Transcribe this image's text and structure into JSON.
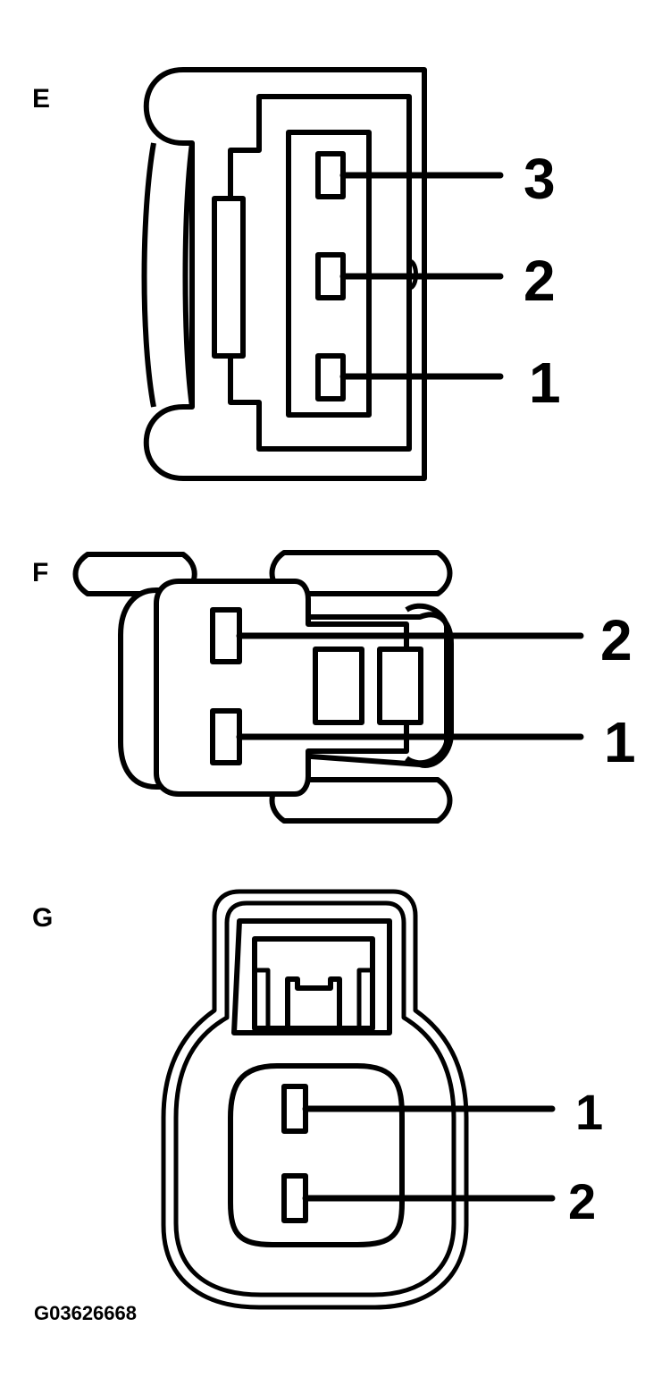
{
  "connectors": [
    {
      "label": "E",
      "pins": [
        "3",
        "2",
        "1"
      ]
    },
    {
      "label": "F",
      "pins": [
        "2",
        "1"
      ]
    },
    {
      "label": "G",
      "pins": [
        "1",
        "2"
      ]
    }
  ],
  "figure_id": "G03626668"
}
